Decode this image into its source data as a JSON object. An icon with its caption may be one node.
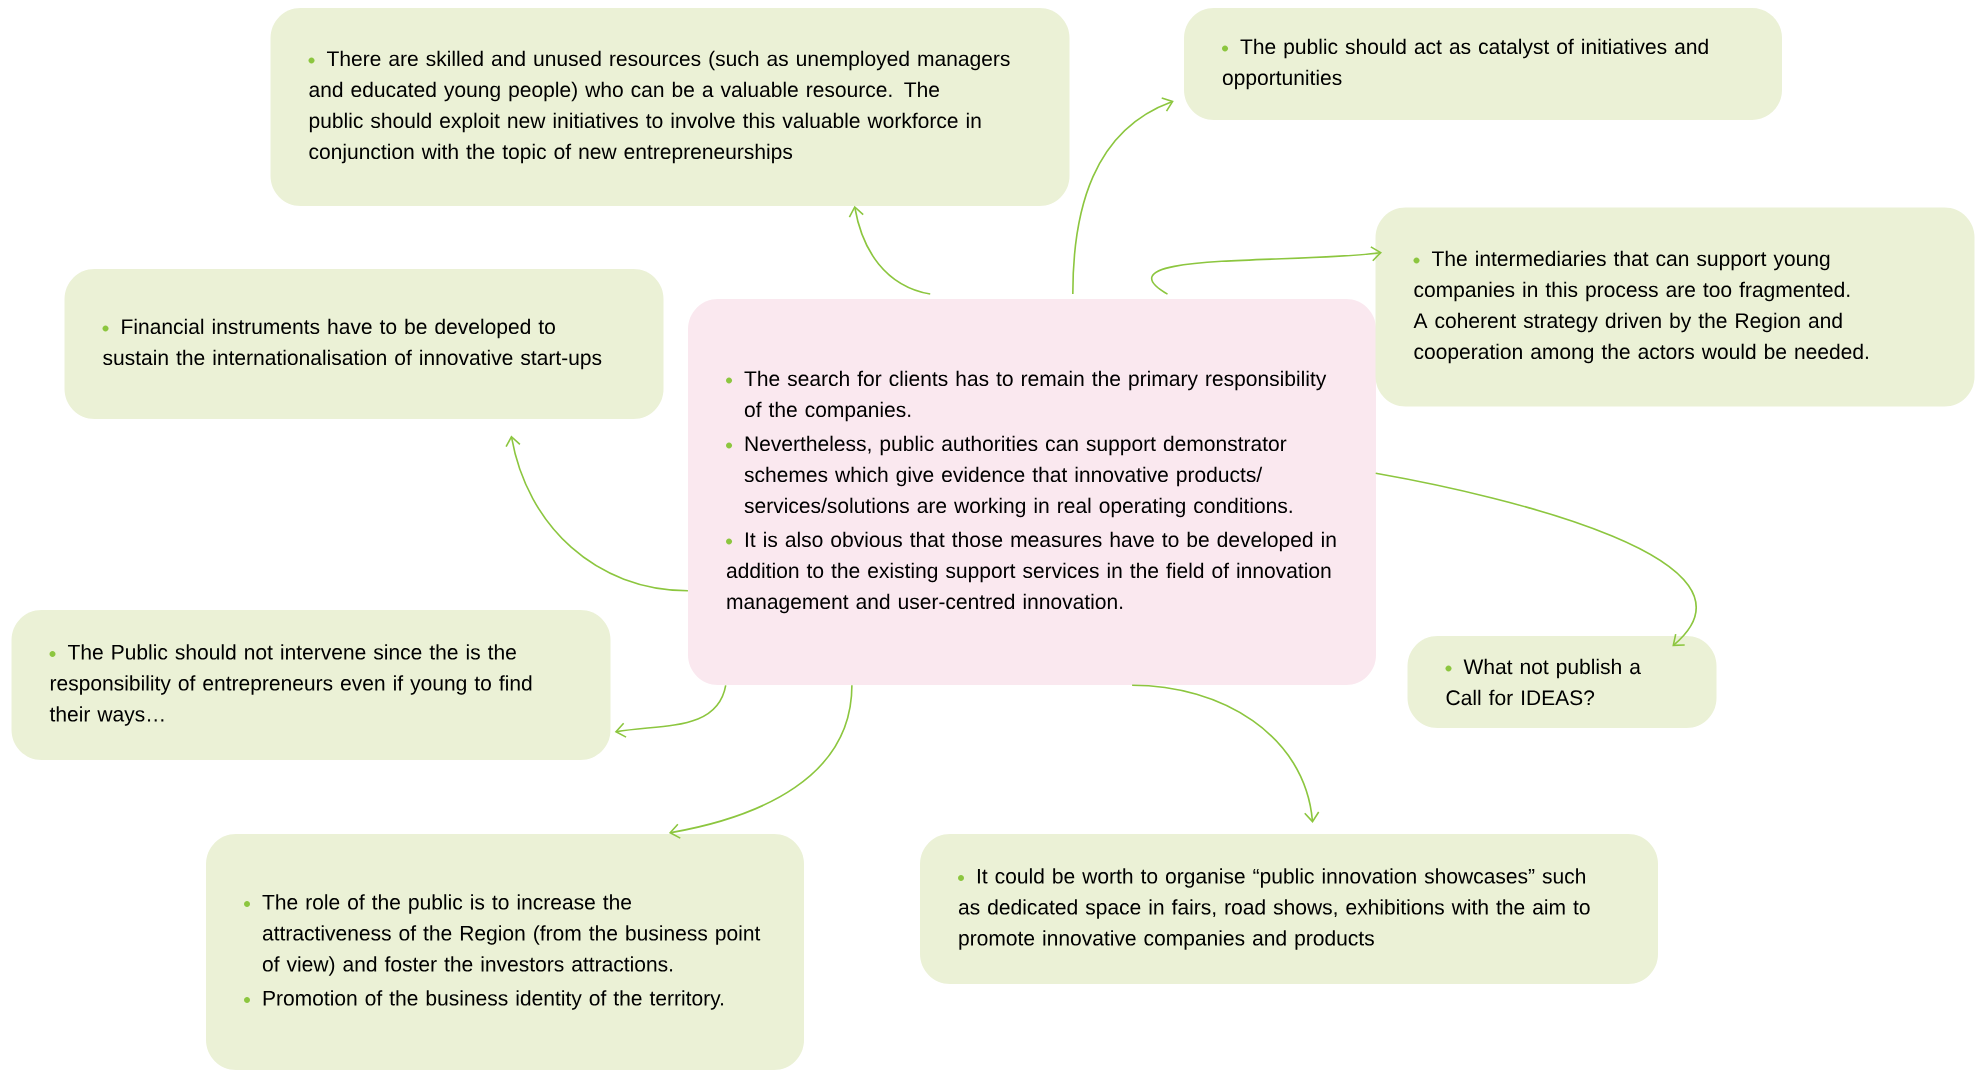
{
  "diagram": {
    "nodes": [
      {
        "text": [
          "The search for clients has to remain the primary responsibility of the companies.",
          "Nevertheless, public authorities can support demonstrator schemes which give evidence that innovative products/ services/solutions are working in real operating conditions.",
          "It is also obvious that those measures have to be developed in addition to the existing support services in the field of innovation management and user-centred innovation."
        ]
      },
      {
        "text": [
          "There are skilled  and unused resources (such as unemployed managers and educated young people) who can be a valuable resource. The public should exploit new initiatives to involve this valuable workforce in conjunction with the topic of new entrepreneurships"
        ]
      },
      {
        "text": [
          "The public should act as catalyst of initiatives and opportunities"
        ]
      },
      {
        "text": [
          "The intermediaries that can support young companies in this process are too fragmented. A coherent strategy driven by the Region and cooperation among the actors would be needed."
        ]
      },
      {
        "text": [
          "Financial instruments have to be developed to sustain the internationalisation of innovative start-ups"
        ]
      },
      {
        "text": [
          "The Public should not intervene since the is the responsibility of entrepreneurs even if young to find their ways…"
        ]
      },
      {
        "text": [
          "What not publish a Call for IDEAS?"
        ]
      },
      {
        "text": [
          "The role of the public is to increase the attractiveness of the Region (from the business point of view) and foster the investors attractions.",
          "Promotion of the business identity of the territory."
        ]
      },
      {
        "text": [
          "It could be worth to organise “public innovation showcases” such as dedicated space in fairs, road shows, exhibitions with the aim to promote innovative companies and products"
        ]
      }
    ],
    "edges": [
      {
        "from": 0,
        "to": 1,
        "arrow": "to"
      },
      {
        "from": 0,
        "to": 2,
        "arrow": "to"
      },
      {
        "from": 0,
        "to": 3,
        "arrow": "to"
      },
      {
        "from": 0,
        "to": 4,
        "arrow": "to"
      },
      {
        "from": 0,
        "to": 5,
        "arrow": "to"
      },
      {
        "from": 0,
        "to": 6,
        "arrow": "to"
      },
      {
        "from": 0,
        "to": 7,
        "arrow": "to"
      },
      {
        "from": 0,
        "to": 8,
        "arrow": "to"
      }
    ]
  }
}
